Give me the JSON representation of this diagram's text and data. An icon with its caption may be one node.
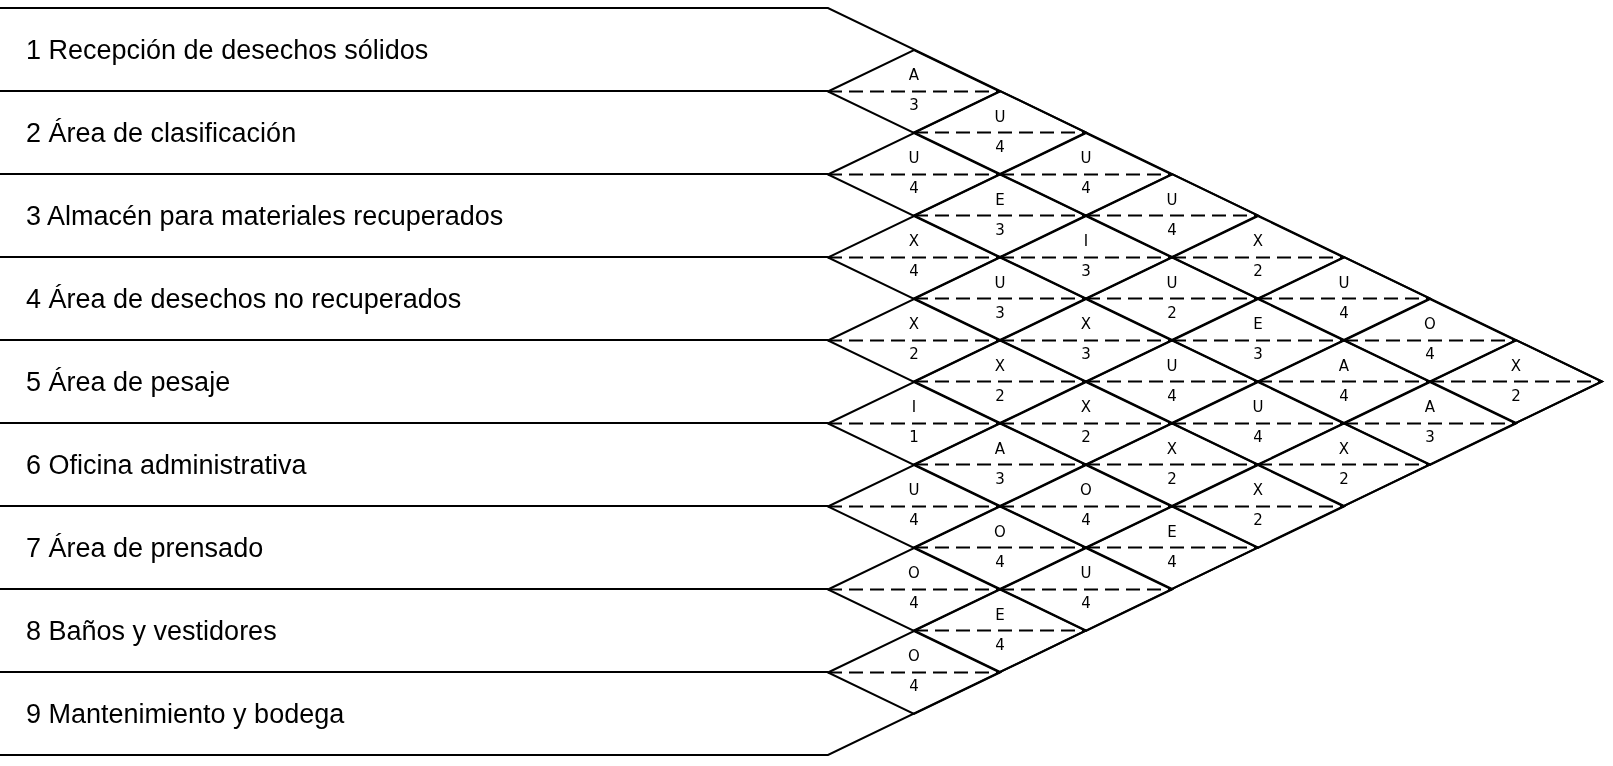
{
  "diagram": {
    "nodes": [
      {
        "text": [
          "1 Recepción de desechos sólidos"
        ]
      },
      {
        "text": [
          "2 Área de clasificación"
        ]
      },
      {
        "text": [
          "3 Almacén para materiales recuperados"
        ]
      },
      {
        "text": [
          "4 Área de desechos no recuperados"
        ]
      },
      {
        "text": [
          "5 Área de pesaje"
        ]
      },
      {
        "text": [
          "6 Oficina administrativa"
        ]
      },
      {
        "text": [
          "7 Área de prensado"
        ]
      },
      {
        "text": [
          "8 Baños y vestidores"
        ]
      },
      {
        "text": [
          "9 Mantenimiento y bodega"
        ]
      },
      {
        "text": [
          "A",
          "3"
        ]
      },
      {
        "text": [
          "U",
          "4"
        ]
      },
      {
        "text": [
          "U",
          "4"
        ]
      },
      {
        "text": [
          "U",
          "4"
        ]
      },
      {
        "text": [
          "E",
          "3"
        ]
      },
      {
        "text": [
          "U",
          "4"
        ]
      },
      {
        "text": [
          "X",
          "4"
        ]
      },
      {
        "text": [
          "I",
          "3"
        ]
      },
      {
        "text": [
          "X",
          "2"
        ]
      },
      {
        "text": [
          "U",
          "3"
        ]
      },
      {
        "text": [
          "U",
          "2"
        ]
      },
      {
        "text": [
          "U",
          "4"
        ]
      },
      {
        "text": [
          "X",
          "2"
        ]
      },
      {
        "text": [
          "X",
          "3"
        ]
      },
      {
        "text": [
          "E",
          "3"
        ]
      },
      {
        "text": [
          "O",
          "4"
        ]
      },
      {
        "text": [
          "X",
          "2"
        ]
      },
      {
        "text": [
          "U",
          "4"
        ]
      },
      {
        "text": [
          "A",
          "4"
        ]
      },
      {
        "text": [
          "X",
          "2"
        ]
      },
      {
        "text": [
          "I",
          "1"
        ]
      },
      {
        "text": [
          "X",
          "2"
        ]
      },
      {
        "text": [
          "U",
          "4"
        ]
      },
      {
        "text": [
          "A",
          "3"
        ]
      },
      {
        "text": [
          "A",
          "3"
        ]
      },
      {
        "text": [
          "X",
          "2"
        ]
      },
      {
        "text": [
          "X",
          "2"
        ]
      },
      {
        "text": [
          "U",
          "4"
        ]
      },
      {
        "text": [
          "O",
          "4"
        ]
      },
      {
        "text": [
          "X",
          "2"
        ]
      },
      {
        "text": [
          "O",
          "4"
        ]
      },
      {
        "text": [
          "E",
          "4"
        ]
      },
      {
        "text": [
          "O",
          "4"
        ]
      },
      {
        "text": [
          "U",
          "4"
        ]
      },
      {
        "text": [
          "E",
          "4"
        ]
      },
      {
        "text": [
          "O",
          "4"
        ]
      }
    ]
  }
}
